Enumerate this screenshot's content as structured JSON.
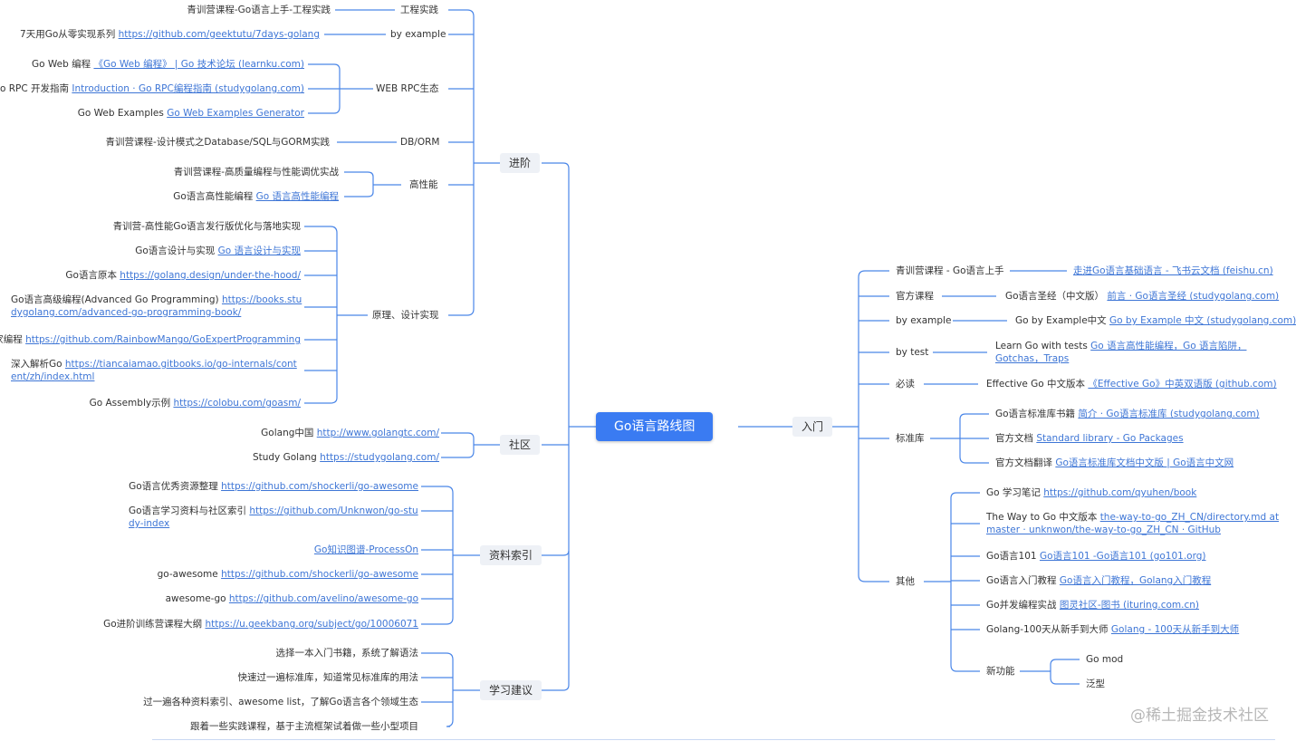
{
  "root": "Go语言路线图",
  "watermark": "@稀土掘金技术社区",
  "left": {
    "jinjie": {
      "label": "进阶",
      "practice": {
        "label": "工程实践",
        "items": [
          {
            "text": "青训营课程-Go语言上手-工程实践",
            "link": ""
          }
        ]
      },
      "byexample": {
        "label": "by example",
        "items": [
          {
            "text": "7天用Go从零实现系列 ",
            "link": "https://github.com/geektutu/7days-golang"
          }
        ]
      },
      "webrpc": {
        "label": "WEB RPC生态",
        "items": [
          {
            "text": "Go Web 编程 ",
            "link": "《Go Web 编程》 | Go 技术论坛 (learnku.com)"
          },
          {
            "text": "Go RPC 开发指南 ",
            "link": "Introduction · Go RPC编程指南 (studygolang.com)"
          },
          {
            "text": "Go Web Examples ",
            "link": "Go Web Examples Generator"
          }
        ]
      },
      "db": {
        "label": "DB/ORM",
        "items": [
          {
            "text": "青训营课程-设计模式之Database/SQL与GORM实践",
            "link": ""
          }
        ]
      },
      "perf": {
        "label": "高性能",
        "items": [
          {
            "text": "青训营课程-高质量编程与性能调优实战",
            "link": ""
          },
          {
            "text": "Go语言高性能编程 ",
            "link": "Go 语言高性能编程"
          }
        ]
      },
      "principle": {
        "label": "原理、设计实现",
        "items": [
          {
            "text": "青训营-高性能Go语言发行版优化与落地实现",
            "link": ""
          },
          {
            "text": "Go语言设计与实现 ",
            "link": "Go 语言设计与实现"
          },
          {
            "text": "Go语言原本 ",
            "link": "https://golang.design/under-the-hood/"
          },
          {
            "text": "Go语言高级编程(Advanced Go Programming) ",
            "link": "https://books.studygolang.com/advanced-go-programming-book/"
          },
          {
            "text": "Go专家编程 ",
            "link": "https://github.com/RainbowMango/GoExpertProgramming"
          },
          {
            "text": "深入解析Go ",
            "link": "https://tiancaiamao.gitbooks.io/go-internals/content/zh/index.html"
          },
          {
            "text": "Go Assembly示例 ",
            "link": "https://colobu.com/goasm/"
          }
        ]
      }
    },
    "shequ": {
      "label": "社区",
      "items": [
        {
          "text": "Golang中国 ",
          "link": "http://www.golangtc.com/"
        },
        {
          "text": "Study Golang ",
          "link": "https://studygolang.com/"
        }
      ]
    },
    "ziliao": {
      "label": "资料索引",
      "items": [
        {
          "text": "Go语言优秀资源整理 ",
          "link": "https://github.com/shockerli/go-awesome"
        },
        {
          "text": "Go语言学习资料与社区索引 ",
          "link": "https://github.com/Unknwon/go-study-index"
        },
        {
          "text": "",
          "link": "Go知识图谱-ProcessOn"
        },
        {
          "text": "go-awesome ",
          "link": "https://github.com/shockerli/go-awesome"
        },
        {
          "text": "awesome-go ",
          "link": "https://github.com/avelino/awesome-go"
        },
        {
          "text": "Go进阶训练营课程大纲 ",
          "link": "https://u.geekbang.org/subject/go/10006071"
        }
      ]
    },
    "jianyi": {
      "label": "学习建议",
      "items": [
        {
          "text": "选择一本入门书籍，系统了解语法",
          "link": ""
        },
        {
          "text": "快速过一遍标准库，知道常见标准库的用法",
          "link": ""
        },
        {
          "text": "过一遍各种资料索引、awesome list，了解Go语言各个领域生态",
          "link": ""
        },
        {
          "text": "跟着一些实践课程，基于主流框架试着做一些小型项目",
          "link": ""
        }
      ]
    }
  },
  "right": {
    "rumen": {
      "label": "入门"
    },
    "rows": [
      {
        "label": "青训营课程 - Go语言上手",
        "items": [
          {
            "text": "",
            "link": "走进Go语言基础语言 - 飞书云文档 (feishu.cn)"
          }
        ]
      },
      {
        "label": "官方课程",
        "items": [
          {
            "text": "Go语言圣经（中文版） ",
            "link": "前言 · Go语言圣经 (studygolang.com)"
          }
        ]
      },
      {
        "label": "by example",
        "items": [
          {
            "text": "Go by Example中文 ",
            "link": "Go by Example 中文 (studygolang.com)"
          }
        ]
      },
      {
        "label": "by test",
        "items": [
          {
            "text": "Learn Go with tests ",
            "link": "Go 语言高性能编程，Go 语言陷阱，Gotchas，Traps"
          }
        ]
      },
      {
        "label": "必读",
        "items": [
          {
            "text": "Effective Go 中文版本 ",
            "link": "《Effective Go》中英双语版 (github.com)"
          }
        ]
      },
      {
        "label": "标准库",
        "items": [
          {
            "text": "Go语言标准库书籍 ",
            "link": "简介 · Go语言标准库 (studygolang.com)"
          },
          {
            "text": "官方文档 ",
            "link": "Standard library - Go Packages"
          },
          {
            "text": "官方文档翻译 ",
            "link": "Go语言标准库文档中文版 | Go语言中文网"
          }
        ]
      },
      {
        "label": "其他",
        "items": [
          {
            "text": "Go 学习笔记 ",
            "link": "https://github.com/qyuhen/book"
          },
          {
            "text": "The Way to Go 中文版本 ",
            "link": "the-way-to-go_ZH_CN/directory.md at master · unknwon/the-way-to-go_ZH_CN · GitHub"
          },
          {
            "text": "Go语言101 ",
            "link": "Go语言101 -Go语言101 (go101.org)"
          },
          {
            "text": "Go语言入门教程 ",
            "link": "Go语言入门教程，Golang入门教程"
          },
          {
            "text": "Go并发编程实战 ",
            "link": "图灵社区-图书 (ituring.com.cn)"
          },
          {
            "text": "Golang-100天从新手到大师 ",
            "link": "Golang - 100天从新手到大师"
          }
        ]
      },
      {
        "label": "新功能",
        "items": [
          {
            "text": "Go mod",
            "link": ""
          },
          {
            "text": "泛型",
            "link": ""
          }
        ]
      }
    ]
  },
  "colors": {
    "line": "#4a86e8",
    "root_bg": "#3a7bf2",
    "link": "#3e76d6",
    "category_bg": "#eef1f6"
  }
}
